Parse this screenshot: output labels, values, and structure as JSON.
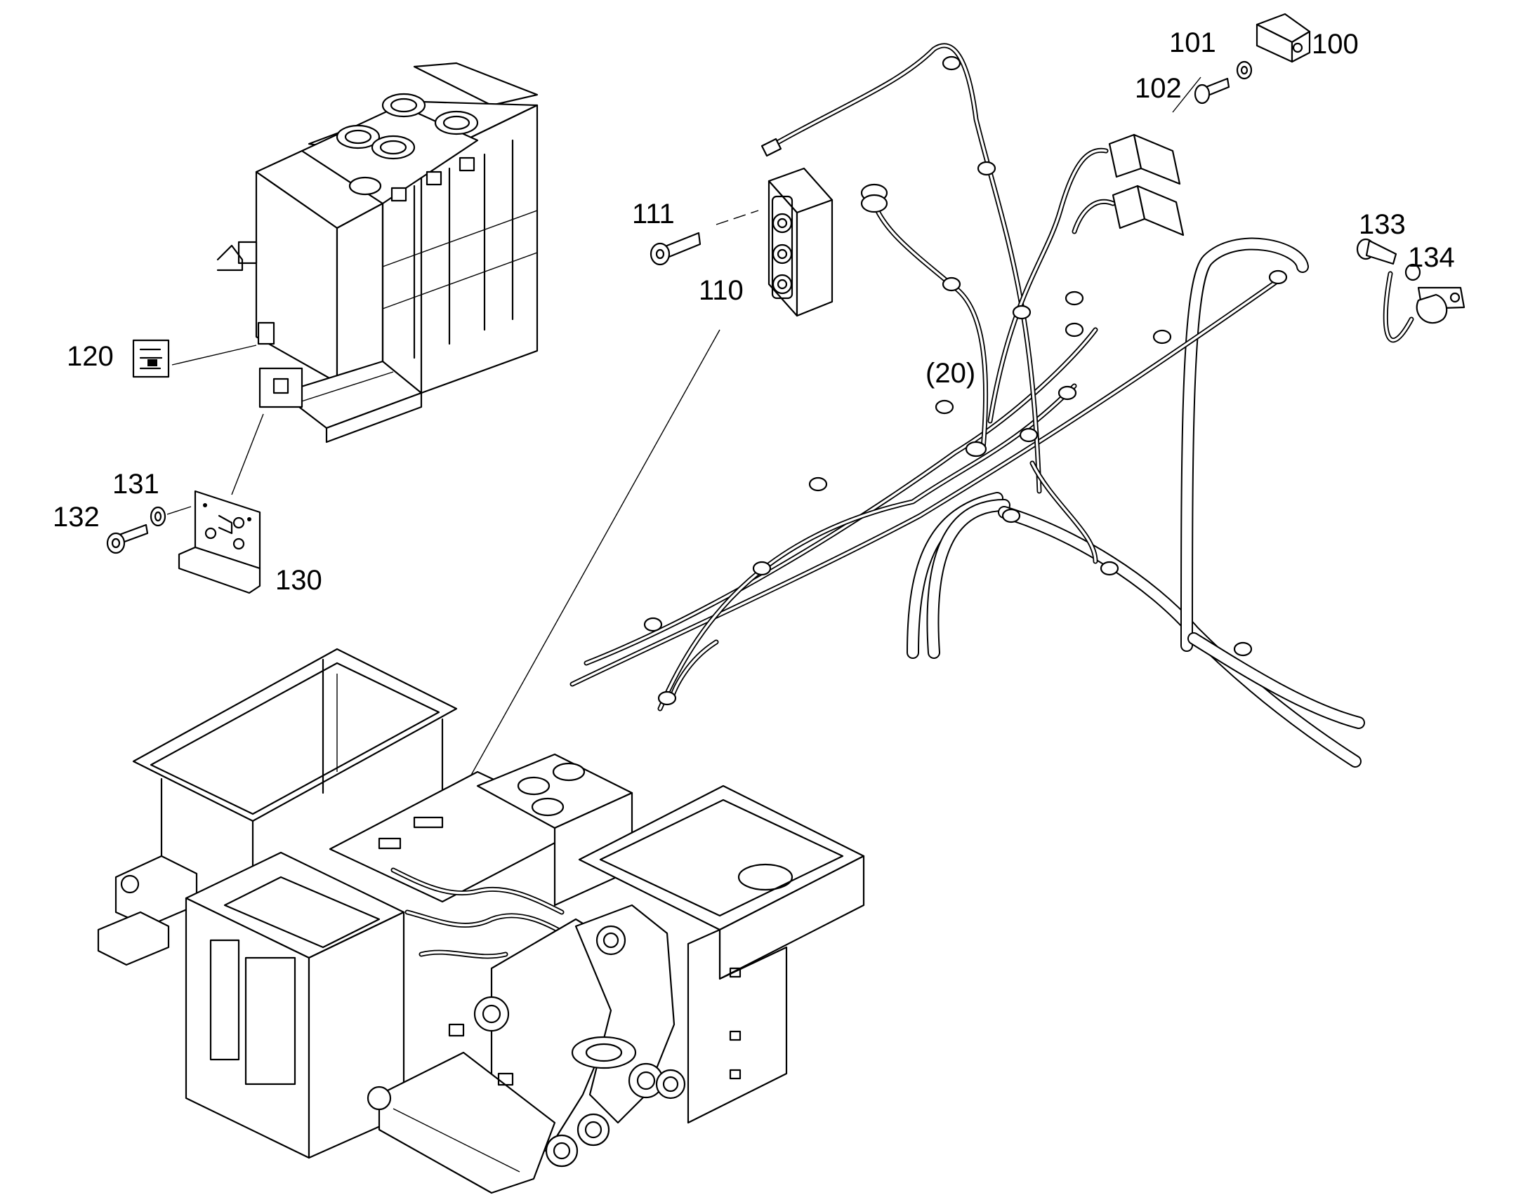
{
  "diagram": {
    "callouts": {
      "c100": "100",
      "c101": "101",
      "c102": "102",
      "c110": "110",
      "c111": "111",
      "c120": "120",
      "c130": "130",
      "c131": "131",
      "c132": "132",
      "c133": "133",
      "c134": "134",
      "c20": "(20)"
    }
  }
}
